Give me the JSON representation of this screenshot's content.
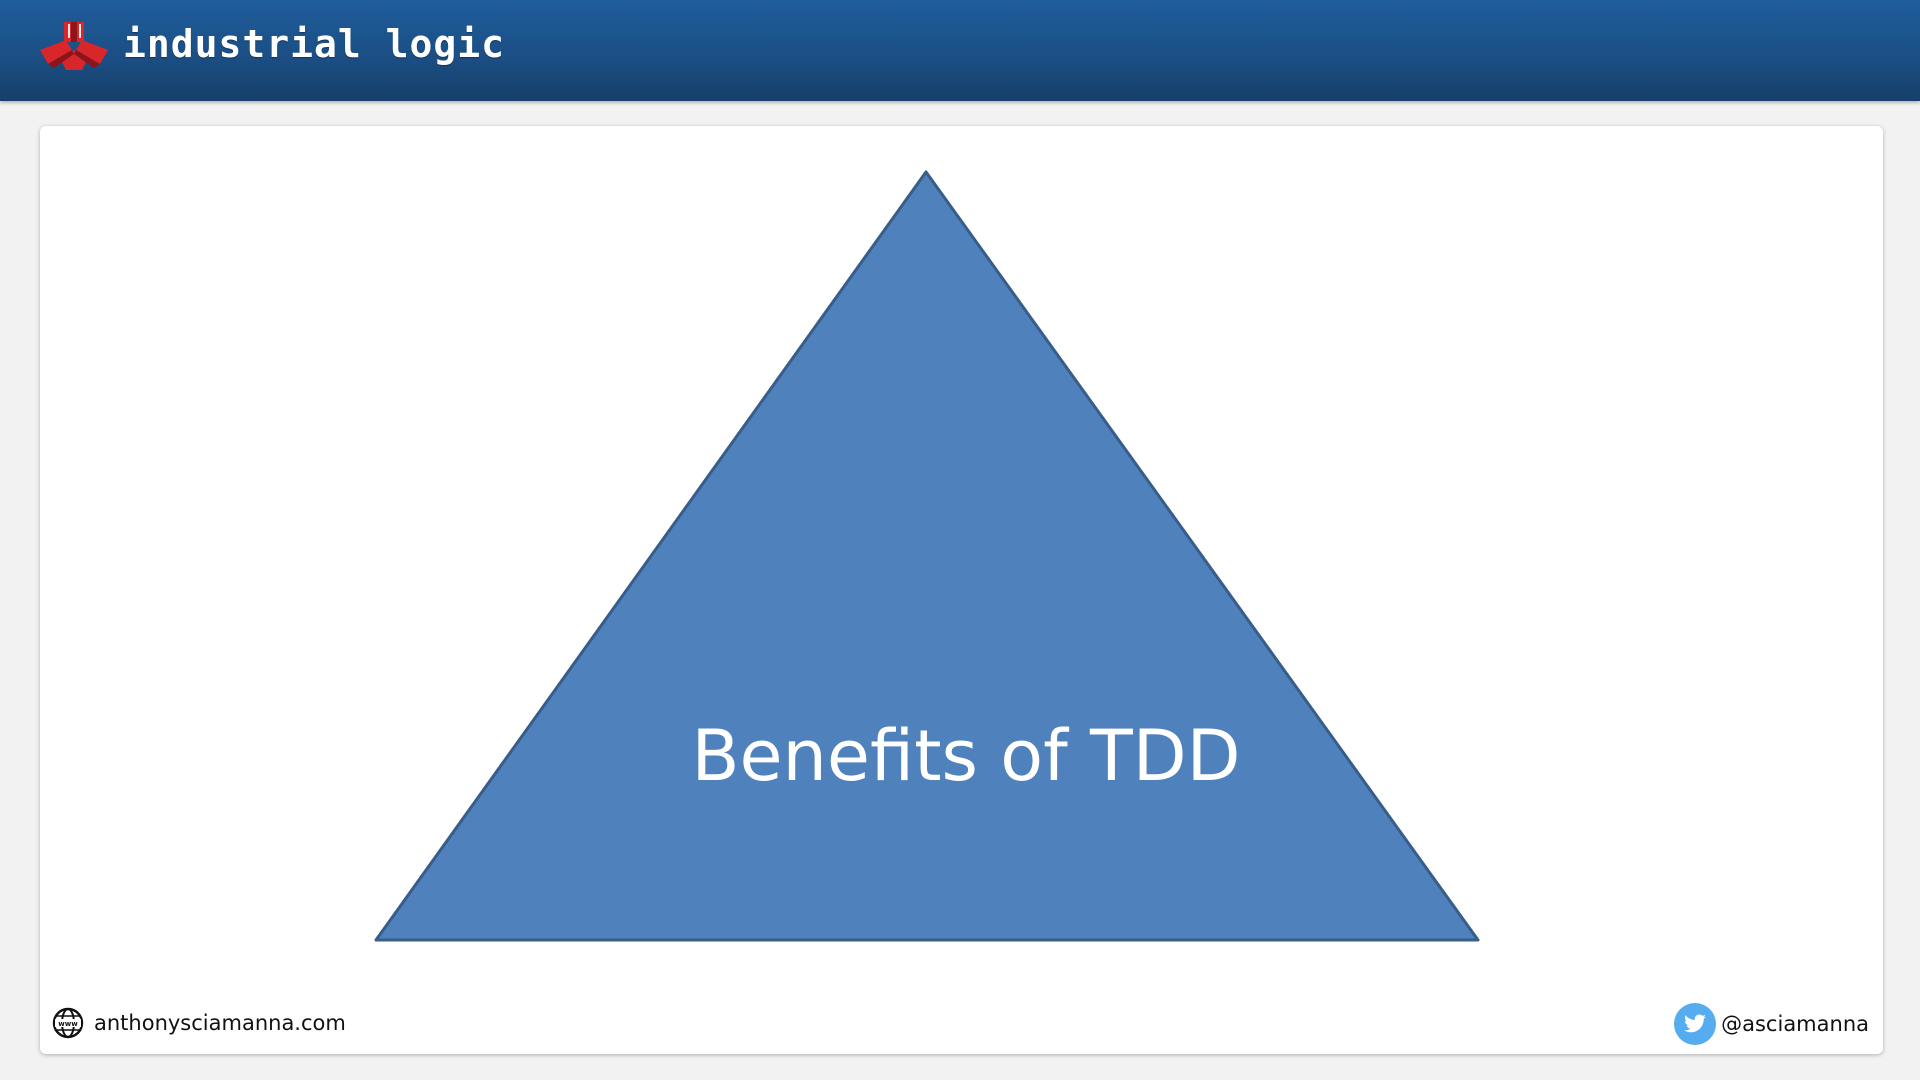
{
  "header": {
    "logo_text": "industrial logic",
    "logo_icon": "industrial-logic-logo-icon"
  },
  "slide": {
    "triangle_label": "Benefits of TDD",
    "triangle_fill": "#4f81bd",
    "triangle_stroke": "#385d8a"
  },
  "footer": {
    "website": "anthonysciamanna.com",
    "website_icon": "globe-icon",
    "twitter": "@asciamanna",
    "twitter_icon": "twitter-icon",
    "twitter_color": "#55acee"
  }
}
